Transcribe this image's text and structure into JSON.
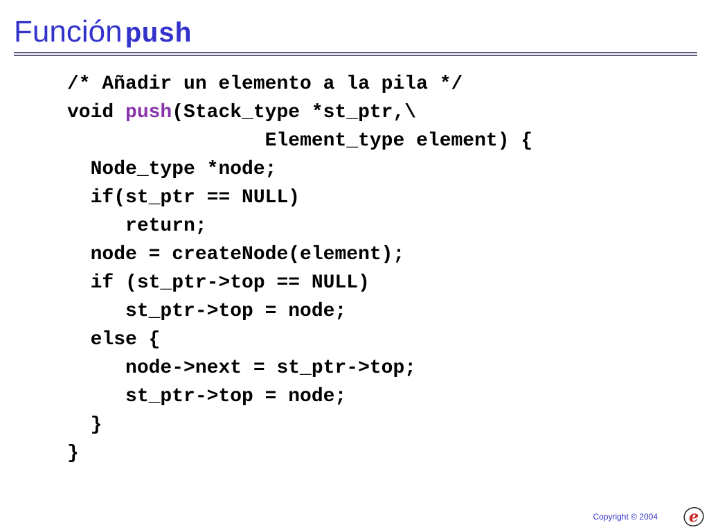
{
  "slide": {
    "title_word": "Función",
    "title_code": "push",
    "copyright": "Copyright © 2004"
  },
  "code_lines": [
    {
      "indent": "",
      "pre": "/* Añadir un elemento a la pila */",
      "hl": "",
      "post": ""
    },
    {
      "indent": "",
      "pre": "void ",
      "hl": "push",
      "post": "(Stack_type *st_ptr,\\"
    },
    {
      "indent": "                 ",
      "pre": "Element_type element) {",
      "hl": "",
      "post": ""
    },
    {
      "indent": "  ",
      "pre": "Node_type *node;",
      "hl": "",
      "post": ""
    },
    {
      "indent": "  ",
      "pre": "if(st_ptr == NULL)",
      "hl": "",
      "post": ""
    },
    {
      "indent": "     ",
      "pre": "return;",
      "hl": "",
      "post": ""
    },
    {
      "indent": "  ",
      "pre": "node = createNode(element);",
      "hl": "",
      "post": ""
    },
    {
      "indent": "  ",
      "pre": "if (st_ptr->top == NULL)",
      "hl": "",
      "post": ""
    },
    {
      "indent": "     ",
      "pre": "st_ptr->top = node;",
      "hl": "",
      "post": ""
    },
    {
      "indent": "  ",
      "pre": "else {",
      "hl": "",
      "post": ""
    },
    {
      "indent": "     ",
      "pre": "node->next = st_ptr->top;",
      "hl": "",
      "post": ""
    },
    {
      "indent": "     ",
      "pre": "st_ptr->top = node;",
      "hl": "",
      "post": ""
    },
    {
      "indent": "  ",
      "pre": "}",
      "hl": "",
      "post": ""
    },
    {
      "indent": "",
      "pre": "}",
      "hl": "",
      "post": ""
    }
  ],
  "colors": {
    "title": "#3333cc",
    "highlight": "#8833aa",
    "code": "#000000",
    "logo_e": "#cc2222"
  },
  "icons": {
    "logo": "e-logo-icon"
  }
}
